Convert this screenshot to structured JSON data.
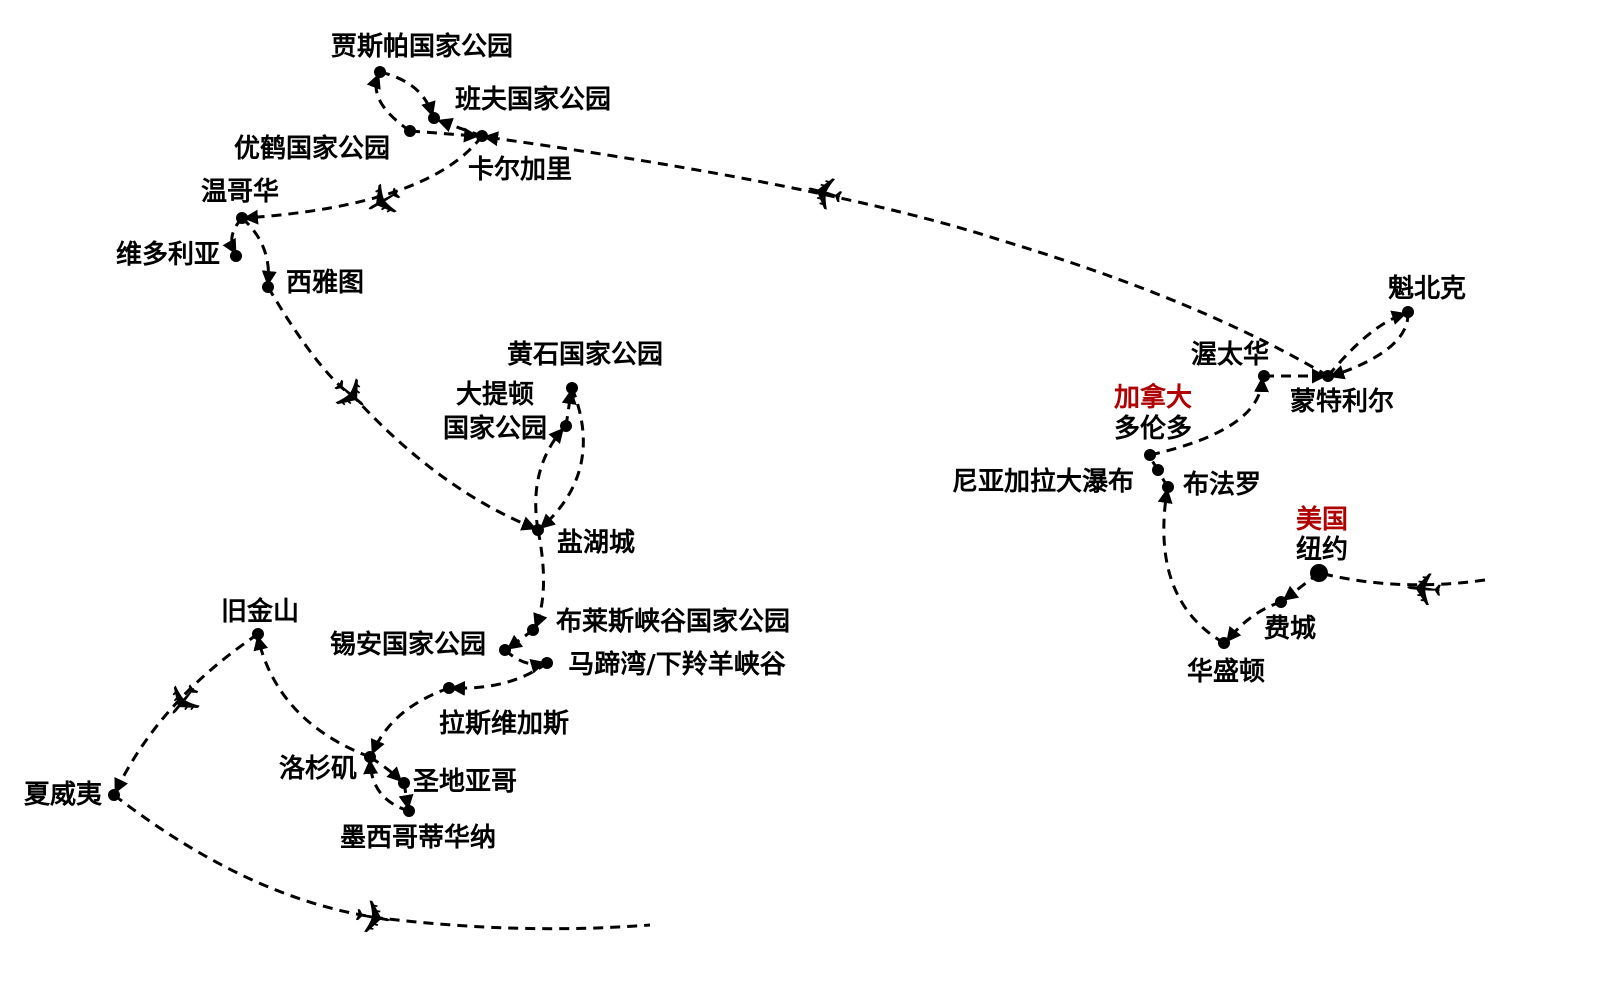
{
  "countries": {
    "canada": "加拿大",
    "usa": "美国"
  },
  "country_color": "#b00000",
  "cities": {
    "jasper": "贾斯帕国家公园",
    "banff": "班夫国家公园",
    "yoho": "优鹤国家公园",
    "calgary": "卡尔加里",
    "vancouver": "温哥华",
    "victoria": "维多利亚",
    "seattle": "西雅图",
    "yellowstone": "黄石国家公园",
    "grand_teton_1": "大提顿",
    "grand_teton_2": "国家公园",
    "salt_lake_city": "盐湖城",
    "bryce": "布莱斯峡谷国家公园",
    "zion": "锡安国家公园",
    "horseshoe": "马蹄湾/下羚羊峡谷",
    "las_vegas": "拉斯维加斯",
    "los_angeles": "洛杉矶",
    "san_diego": "圣地亚哥",
    "tijuana": "墨西哥蒂华纳",
    "san_francisco": "旧金山",
    "hawaii": "夏威夷",
    "quebec": "魁北克",
    "ottawa": "渥太华",
    "montreal": "蒙特利尔",
    "toronto": "多伦多",
    "niagara": "尼亚加拉大瀑布",
    "buffalo": "布法罗",
    "new_york": "纽约",
    "philadelphia": "费城",
    "washington": "华盛顿"
  },
  "icons": {
    "flight": "airplane-icon"
  }
}
